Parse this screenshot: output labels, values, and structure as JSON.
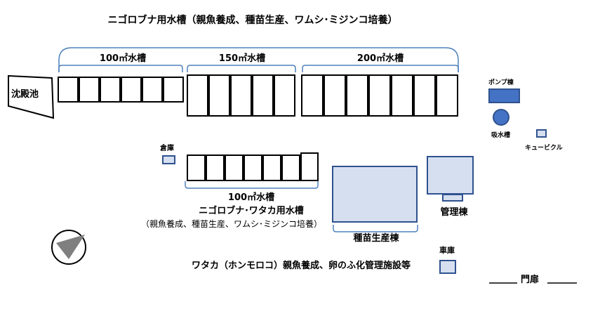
{
  "labels": {
    "top_title": "ニゴロブナ用水槽（親魚養成、種苗生産、ワムシ･ミジンコ培養）",
    "tank_100_top": "100㎡水槽",
    "tank_150": "150㎡水槽",
    "tank_200": "200㎡水槽",
    "sedimentation": "沈殿池",
    "pump_house": "ポンプ棟",
    "suction_tank": "吸水槽",
    "cubicle": "キュービクル",
    "warehouse": "倉庫",
    "mid_title_1": "100㎡水槽",
    "mid_title_2": "ニゴロブナ･ワタカ用水槽",
    "mid_title_3": "（親魚養成、種苗生産、ワムシ･ミジンコ培養）",
    "seed_building": "種苗生産棟",
    "admin_building": "管理棟",
    "garage": "車庫",
    "bottom_title": "ワタカ（ホンモロコ）親魚養成、卵のふ化管理施設等",
    "gate": "門扉"
  },
  "colors": {
    "bracket": "#4f81bd",
    "building_fill": "#d6dff0",
    "building_border": "#2f528f",
    "pump_fill": "#4472c4",
    "compass_arrow": "#7f7f7f"
  },
  "icons": {
    "compass": "north-arrow-icon"
  }
}
